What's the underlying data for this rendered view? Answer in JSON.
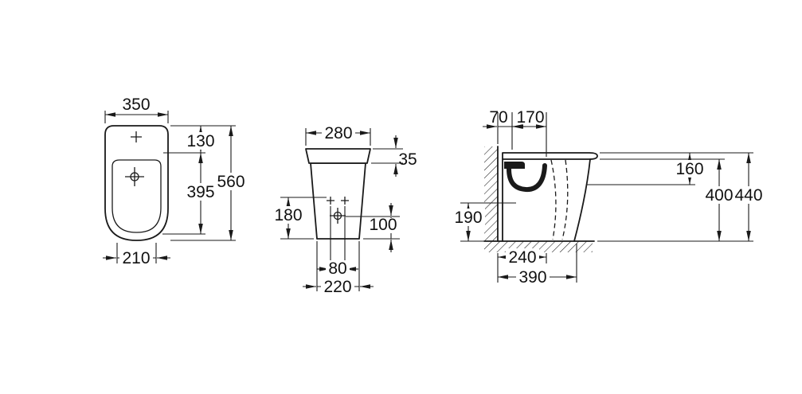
{
  "style": {
    "line_color": "#1a1a1a",
    "background": "#ffffff"
  },
  "views": {
    "plan": {
      "dims": {
        "overall_width": "350",
        "tap_offset": "130",
        "bowl_length": "395",
        "overall_length": "560",
        "front_width": "210"
      }
    },
    "front": {
      "dims": {
        "top_width": "280",
        "rim_height": "35",
        "mount_height": "180",
        "outlet_height": "100",
        "bolt_spacing": "80",
        "base_width": "220"
      }
    },
    "side": {
      "dims": {
        "wall_to_tap": "70",
        "tap_to_drain": "170",
        "rim_to_bowl": "160",
        "bowl_rim_height": "400",
        "overall_height": "440",
        "bowl_bottom_height": "190",
        "drain_offset": "240",
        "overall_depth": "390"
      }
    }
  }
}
